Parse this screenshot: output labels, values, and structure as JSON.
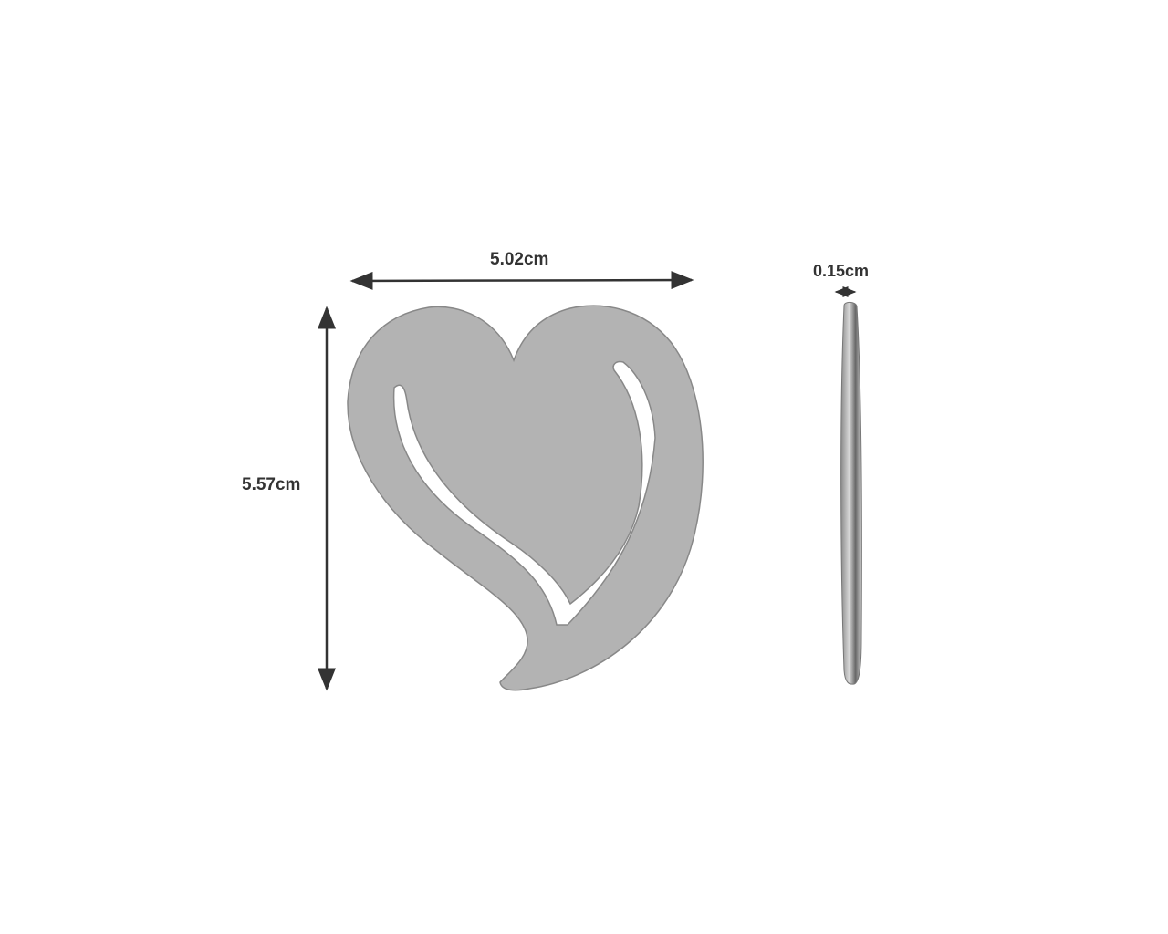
{
  "dimensions": {
    "width": "5.02cm",
    "height": "5.57cm",
    "thickness": "0.15cm"
  },
  "colors": {
    "metal": "#b3b3b3",
    "edge": "#777777",
    "arrow": "#333333"
  }
}
